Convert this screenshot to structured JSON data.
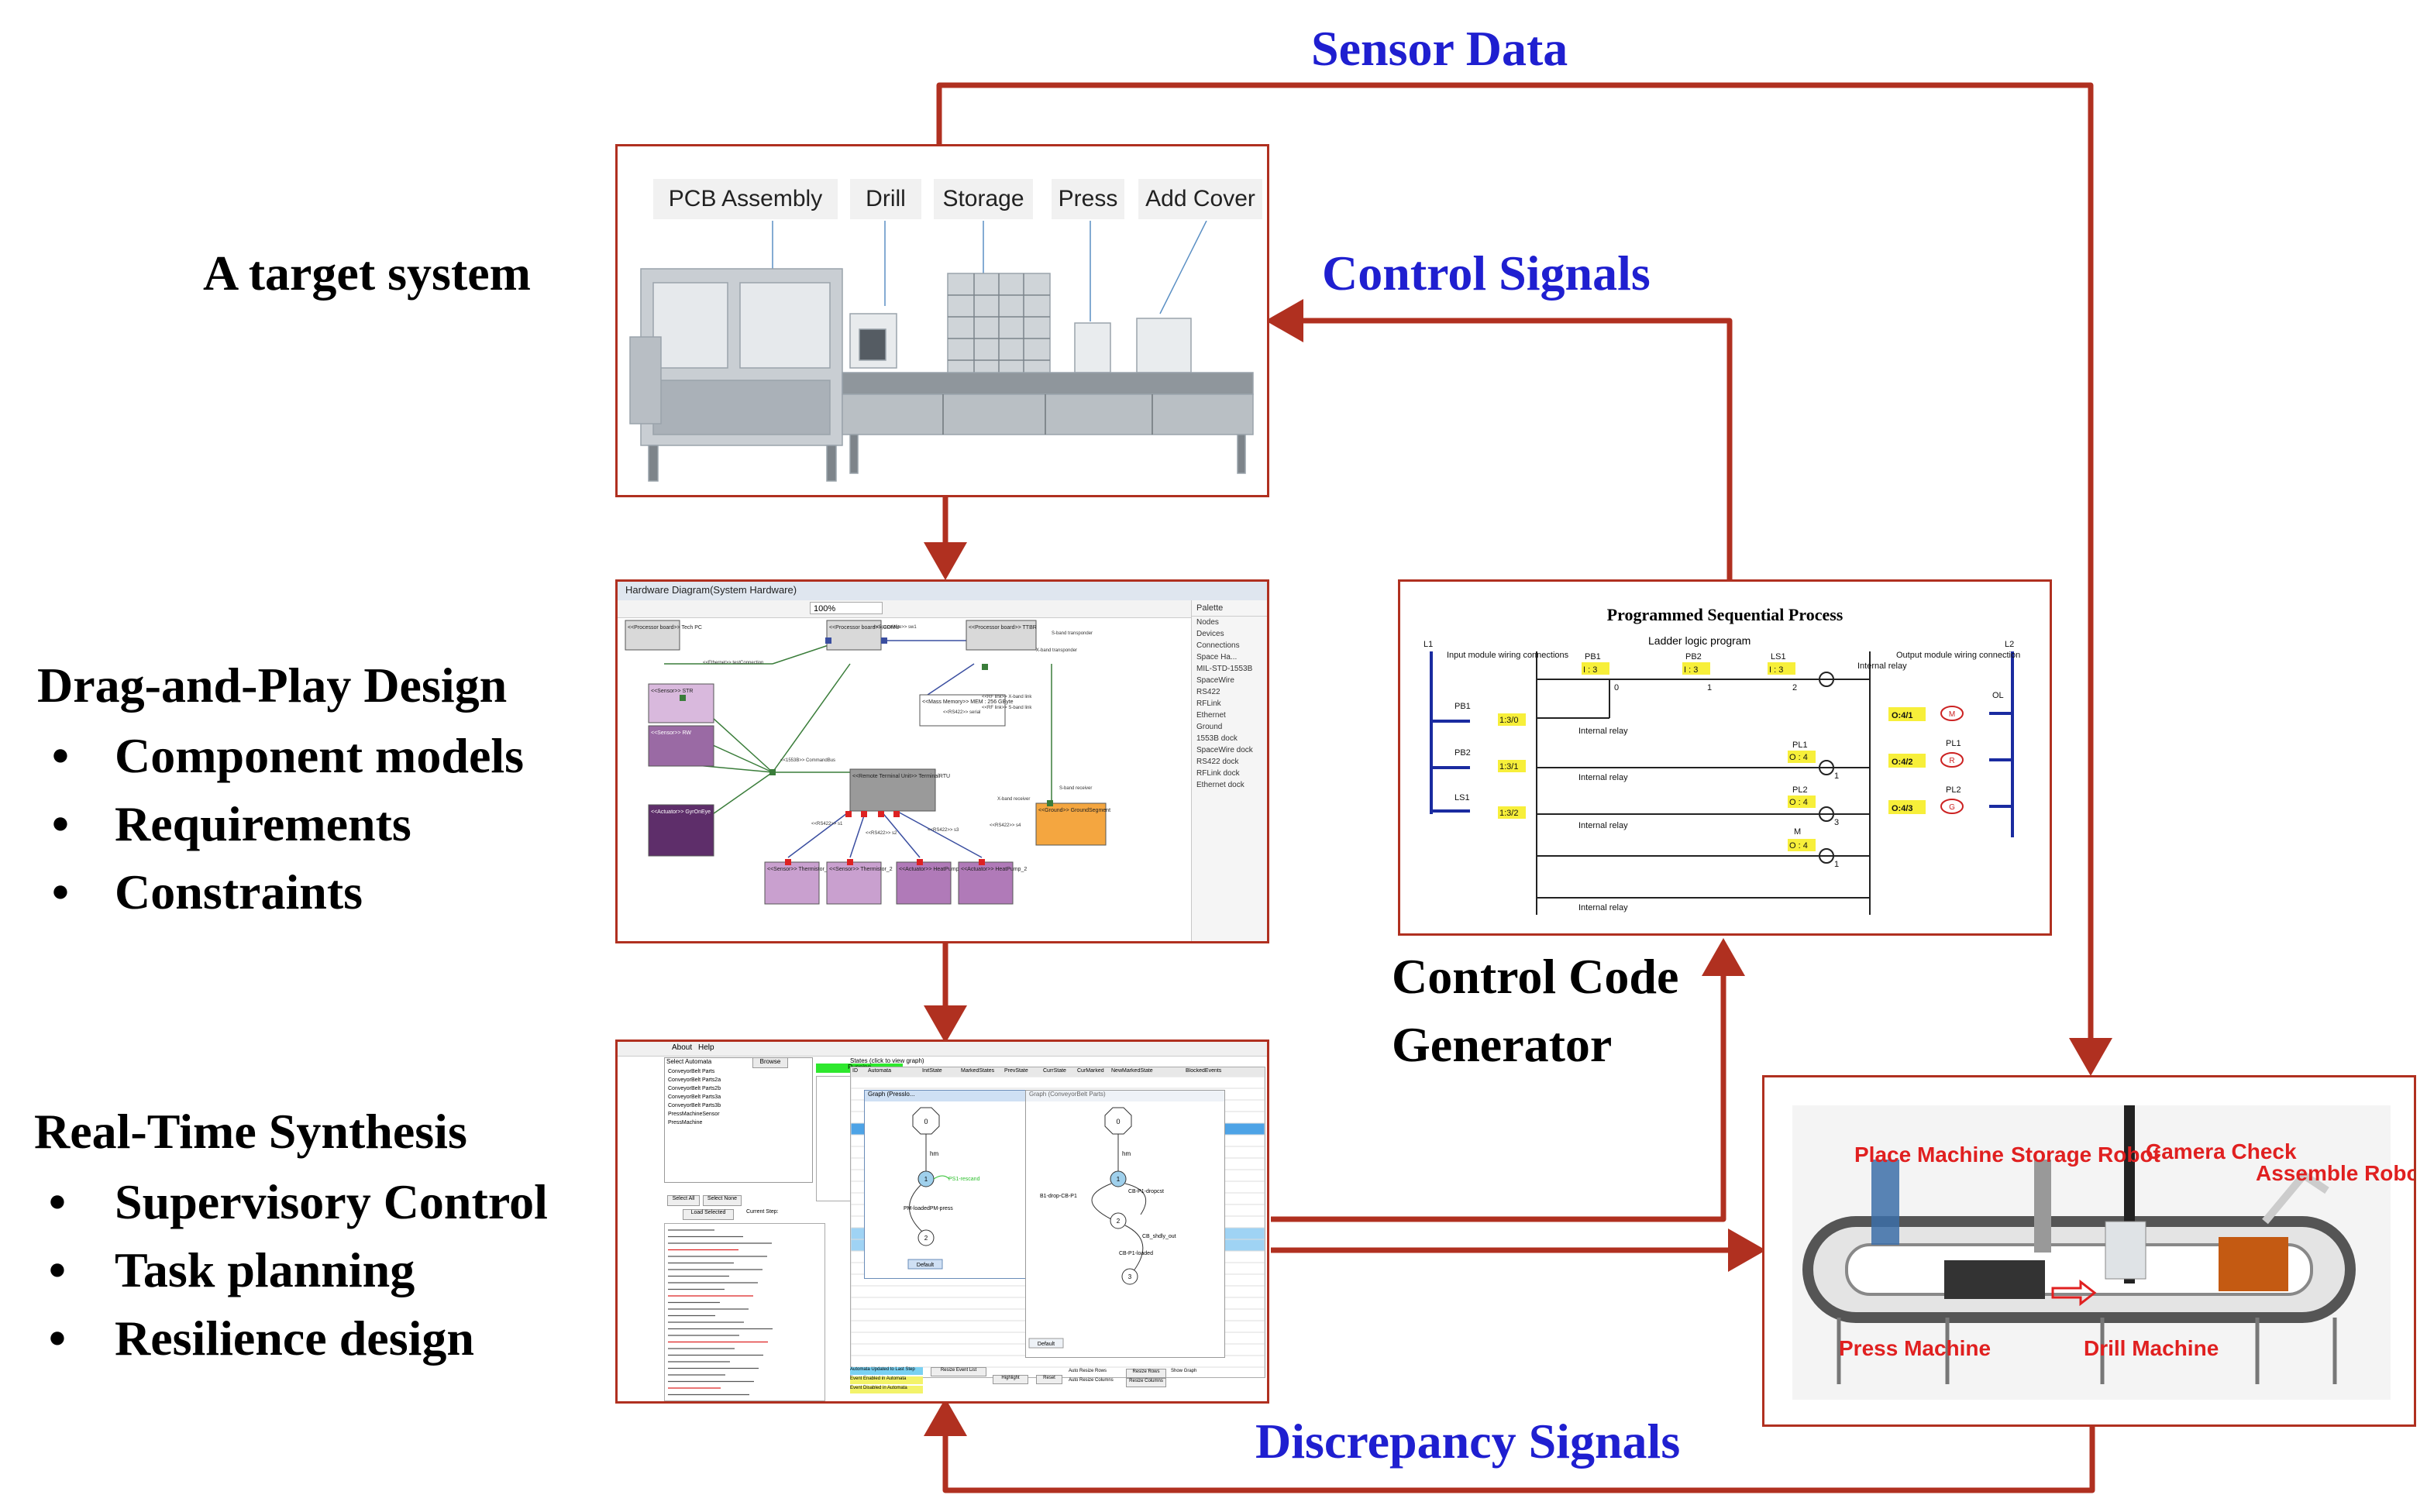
{
  "labels": {
    "sensor_data": "Sensor Data",
    "control_signals": "Control Signals",
    "discrepancy_signals": "Discrepancy Signals",
    "target_system": "A target system",
    "control_code_line1": "Control Code",
    "control_code_line2": "Generator"
  },
  "drag_and_play": {
    "title": "Drag-and-Play Design",
    "items": [
      "Component models",
      "Requirements",
      "Constraints"
    ]
  },
  "real_time": {
    "title": "Real-Time Synthesis",
    "items": [
      "Supervisory Control",
      "Task planning",
      "Resilience design"
    ]
  },
  "bullet_char": "•",
  "target_panel": {
    "stations": [
      "PCB Assembly",
      "Drill",
      "Storage",
      "Press",
      "Add Cover"
    ]
  },
  "hardware_panel": {
    "window_title": "Hardware Diagram(System Hardware)",
    "zoom": "100%",
    "palette_title": "Palette",
    "palette_items": [
      "Nodes",
      "Devices",
      "Connections",
      "Space Ha...",
      "MIL-STD-1553B",
      "SpaceWire",
      "RS422",
      "RFLink",
      "Ethernet",
      "Ground",
      "1553B dock",
      "SpaceWire dock",
      "RS422 dock",
      "RFLink dock",
      "Ethernet dock"
    ],
    "blocks": [
      {
        "label": "<<Processor board>> Tech PC"
      },
      {
        "label": "<<Processor board>> CDMU"
      },
      {
        "label": "<<Processor board>> TTBR"
      },
      {
        "label": "<<Sensor>> STR"
      },
      {
        "label": "<<Sensor>> RW"
      },
      {
        "label": "<<Actuator>> GyrOnEye"
      },
      {
        "label": "<<Remote Terminal Unit>> TerminalRTU"
      },
      {
        "label": "<<Ground>> GroundSegment"
      },
      {
        "label": "<<Sensor>> Thermistor_1"
      },
      {
        "label": "<<Sensor>> Thermistor_2"
      },
      {
        "label": "<<Actuator>> HeatPump_1"
      },
      {
        "label": "<<Actuator>> HeatPump_2"
      },
      {
        "label": "<<Mass Memory>> MEM : 256 GByte"
      }
    ],
    "link_labels": [
      "<<Ethernet>> testConnection",
      "<<SpaceWire>> sw1",
      "<<1553B>> CommandBus",
      "<<RS422>> serial",
      "<<RF link>> X-band link",
      "<<RF link>> S-band link",
      "X-band transponder",
      "S-band transponder",
      "X-band receiver",
      "S-band receiver",
      "<<RS422>> s1",
      "<<RS422>> s2",
      "<<RS422>> s3",
      "<<RS422>> s4"
    ]
  },
  "synthesis_panel": {
    "menu": [
      "About",
      "Help"
    ],
    "top_label": "Select Automata",
    "status_label": "Running",
    "buttons": [
      "Browse",
      "Select All",
      "Select None",
      "Load Selected",
      "Default",
      "Default",
      "Resize Event List",
      "Highlight",
      "Reset",
      "Resize Rows",
      "Resize Columns"
    ],
    "checkboxes": [
      "Auto Resize Rows",
      "Auto Resize Columns",
      "Show Graph"
    ],
    "current_step_label": "Current Step:",
    "graph_window_titles": [
      "Graph (Presslo...",
      "Graph (ConveyorBelt Parts)"
    ],
    "states_header": "States (click to view graph)",
    "table_columns": [
      "ID",
      "Automata",
      "InitState",
      "MarkedStates",
      "PrevState",
      "CurrState",
      "CurMarked",
      "NewMarkedState",
      "BlockedEvents"
    ],
    "node_labels": [
      "0",
      "1",
      "2",
      "0",
      "1",
      "2",
      "3"
    ],
    "edge_labels": [
      "hm",
      "PM-loadedPM-press",
      "PS1-rescand",
      "hm",
      "B1-drop-CB-P1",
      "CB-P1-dropcst",
      "CB_shdly_out",
      "CB-P1-loaded"
    ],
    "automata_list": [
      "ConveyorBelt Parts",
      "ConveyorBelt Parts2a",
      "ConveyorBelt Parts2b",
      "ConveyorBelt Parts3a",
      "ConveyorBelt Parts3b",
      "PressMachineSensor",
      "PressMachine"
    ],
    "status_lines": [
      "Automata Updated to Last Step",
      "Event Enabled in Automata",
      "Event Disabled in Automata"
    ]
  },
  "plc_panel": {
    "title": "Programmed Sequential Process",
    "subtitle": "Ladder logic program",
    "rail_labels": [
      "L1",
      "L2"
    ],
    "left_caption": "Input module wiring connections",
    "right_caption": "Output module wiring connection",
    "contacts": [
      "PB1",
      "PB2",
      "LS1",
      "PB1",
      "PB2",
      "LS1"
    ],
    "addresses": [
      "I : 3",
      "I : 3",
      "I : 3",
      "1:3/0",
      "1:3/1",
      "1:3/2",
      "O : 4",
      "O : 4",
      "O : 4",
      "O:4/1",
      "O:4/2",
      "O:4/3"
    ],
    "bits": [
      "0",
      "1",
      "2",
      "0",
      "1",
      "2",
      "3",
      "1"
    ],
    "internal_relay": "Internal relay",
    "outputs": [
      "PL1",
      "PL2",
      "M",
      "OL",
      "PL1",
      "PL2"
    ],
    "lamps": [
      "M",
      "R",
      "G"
    ]
  },
  "conveyor_panel": {
    "labels": [
      "Place Machine",
      "Storage Robot",
      "Camera Check",
      "Assemble Robot",
      "Press Machine",
      "Drill Machine"
    ]
  },
  "colors": {
    "arrow": "#b03020",
    "blue_label": "#1f1fd0",
    "conveyor_label": "#e02020"
  }
}
